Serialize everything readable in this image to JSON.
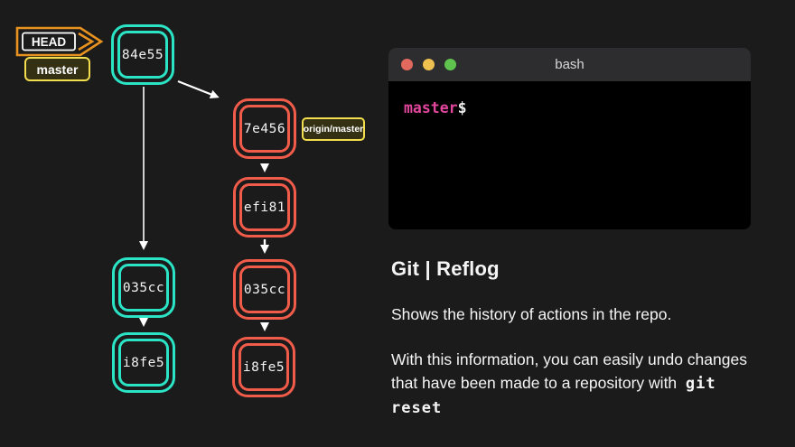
{
  "slide": {
    "background_color": "#1b1b1b"
  },
  "diagram": {
    "head_label": "HEAD",
    "master_label": "master",
    "origin_master_label": "origin/master",
    "nodes": [
      {
        "label": "84e55",
        "color": "#2be3c5"
      },
      {
        "label": "035cc",
        "color": "#2be3c5"
      },
      {
        "label": "i8fe5",
        "color": "#2be3c5"
      },
      {
        "label": "7e456",
        "color": "#f15c4a"
      },
      {
        "label": "efi81",
        "color": "#f15c4a"
      },
      {
        "label": "035cc",
        "color": "#f15c4a"
      },
      {
        "label": "i8fe5",
        "color": "#f15c4a"
      }
    ],
    "colors": {
      "local_branch": "#2be3c5",
      "origin_branch": "#f15c4a",
      "head_badge_border": "#e8921f",
      "ref_badge_border": "#f2de4e",
      "arrow": "#ffffff"
    }
  },
  "terminal": {
    "title": "bash",
    "prompt_branch": "master",
    "prompt_symbol": "$",
    "colors": {
      "titlebar": "#2d2d2f",
      "body": "#000000",
      "prompt_branch": "#e2469c",
      "traffic_red": "#e2695e",
      "traffic_yellow": "#eec04f",
      "traffic_green": "#5fc24f"
    }
  },
  "panel": {
    "title": "Git | Reflog",
    "paragraph1": "Shows the history of actions in the repo.",
    "paragraph2_text": "With this information, you can easily undo changes that have been made to a repository with",
    "paragraph2_code": "git reset"
  }
}
